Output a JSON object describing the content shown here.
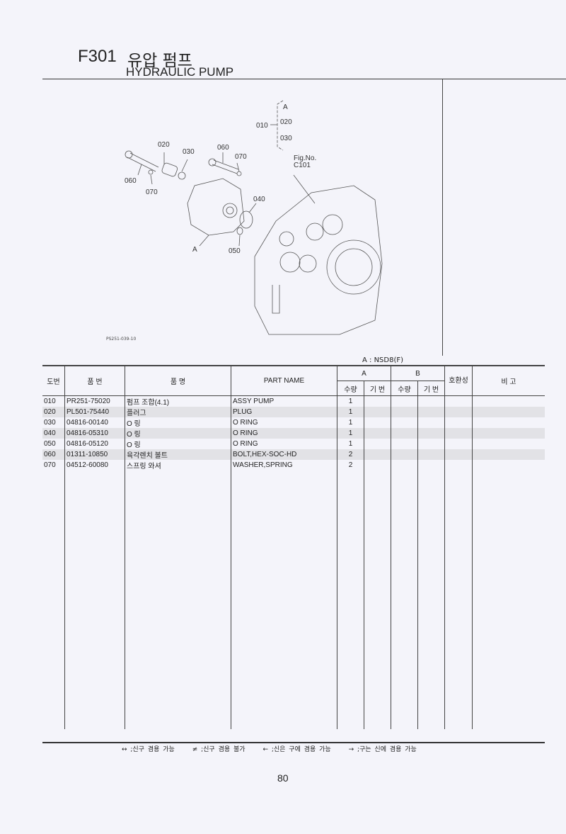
{
  "header": {
    "code": "F301",
    "title_ko": "유압 펌프",
    "title_en": "HYDRAULIC PUMP"
  },
  "diagram": {
    "figure_code": "PS251-039-10",
    "group_label": "010",
    "group_items": [
      "A",
      "020",
      "030"
    ],
    "fig_ref_label": "Fig.No.",
    "fig_ref": "C101",
    "callouts": [
      "020",
      "030",
      "060",
      "070",
      "060",
      "070",
      "040",
      "050",
      "A"
    ]
  },
  "model_note": "A : NSD8(F)",
  "table": {
    "headers": {
      "no": "도번",
      "part_no": "품 번",
      "name_ko": "품 명",
      "name_en": "PART NAME",
      "group_a": "A",
      "group_b": "B",
      "qty": "수량",
      "serial": "기 번",
      "interchange": "호환성",
      "remarks": "비 고"
    },
    "rows": [
      {
        "no": "010",
        "part_no": "PR251-75020",
        "name_ko": "펌프 조합(4.1)",
        "name_en": "ASSY PUMP",
        "qty_a": "1"
      },
      {
        "no": "020",
        "part_no": "PL501-75440",
        "name_ko": "플러그",
        "name_en": "PLUG",
        "qty_a": "1"
      },
      {
        "no": "030",
        "part_no": "04816-00140",
        "name_ko": "O 링",
        "name_en": "O RING",
        "qty_a": "1"
      },
      {
        "no": "040",
        "part_no": "04816-05310",
        "name_ko": "O 링",
        "name_en": "O RING",
        "qty_a": "1"
      },
      {
        "no": "050",
        "part_no": "04816-05120",
        "name_ko": "O 링",
        "name_en": "O RING",
        "qty_a": "1"
      },
      {
        "no": "060",
        "part_no": "01311-10850",
        "name_ko": "육각렌치 볼트",
        "name_en": "BOLT,HEX-SOC-HD",
        "qty_a": "2"
      },
      {
        "no": "070",
        "part_no": "04512-60080",
        "name_ko": "스프링 와셔",
        "name_en": "WASHER,SPRING",
        "qty_a": "2"
      }
    ]
  },
  "legend": [
    "↔ ;신구 겸용 가능",
    "≠ ;신구 겸용 불가",
    "← ;신은 구에 겸용 가능",
    "→ ;구는 신에 겸용 가능"
  ],
  "page_number": "80"
}
